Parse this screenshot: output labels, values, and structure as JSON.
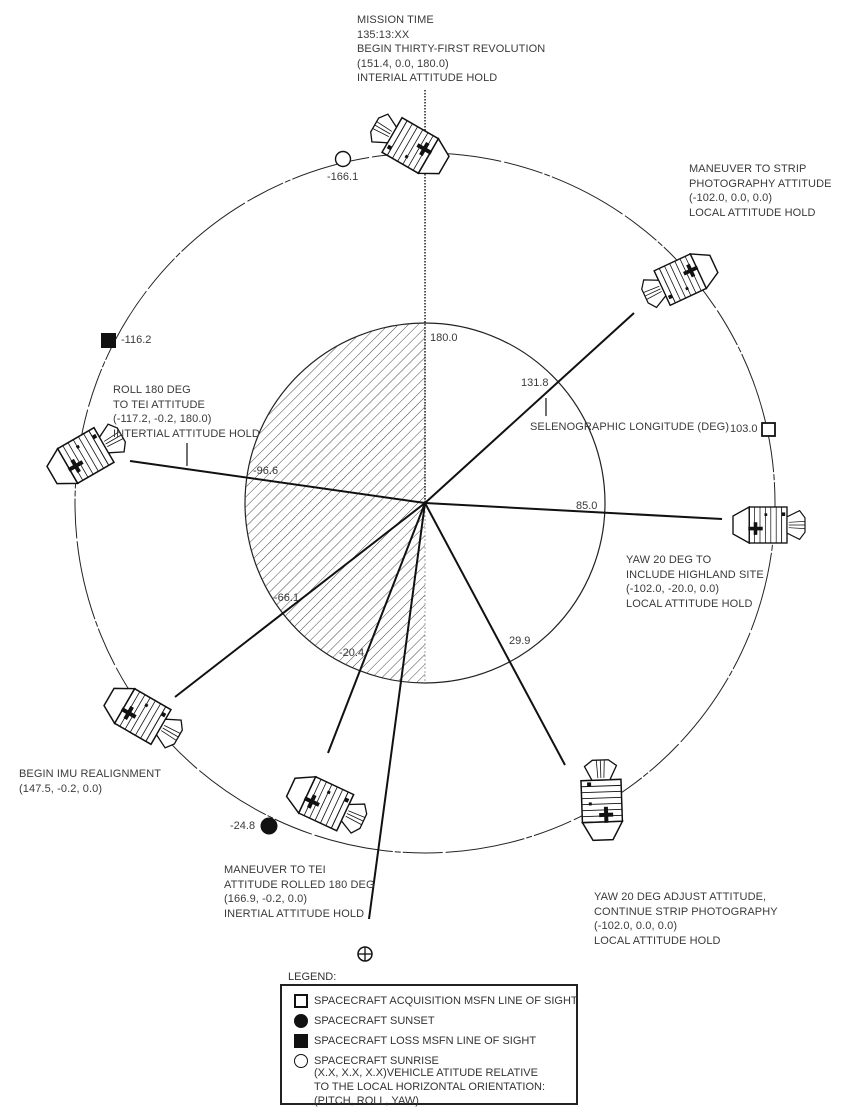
{
  "mission": {
    "lines": [
      "MISSION TIME",
      "135:13:XX",
      "BEGIN THIRTY-FIRST REVOLUTION",
      "(151.4, 0.0, 180.0)",
      "INTERIAL ATTITUDE HOLD"
    ]
  },
  "events": {
    "strip_photo": [
      "MANEUVER TO STRIP",
      "PHOTOGRAPHY ATTITUDE",
      "(-102.0, 0.0, 0.0)",
      "LOCAL ATTITUDE HOLD"
    ],
    "yaw_highland": [
      "YAW 20 DEG TO",
      "INCLUDE HIGHLAND SITE",
      "(-102.0, -20.0, 0.0)",
      "LOCAL ATTITUDE HOLD"
    ],
    "yaw_continue": [
      "YAW 20 DEG ADJUST ATTITUDE,",
      "CONTINUE STRIP PHOTOGRAPHY",
      "(-102.0, 0.0, 0.0)",
      "LOCAL ATTITUDE HOLD"
    ],
    "tei_rolled": [
      "MANEUVER TO TEI",
      "ATTITUDE ROLLED 180 DEG",
      "(166.9, -0.2, 0.0)",
      "INERTIAL ATTITUDE HOLD"
    ],
    "imu": [
      "BEGIN IMU REALIGNMENT",
      "(147.5, -0.2, 0.0)"
    ],
    "roll_tei": [
      "ROLL 180 DEG",
      "TO TEI ATTITUDE",
      "(-117.2, -0.2, 180.0)",
      "INTERTIAL ATTITUDE HOLD"
    ]
  },
  "selenographic_label": "SELENOGRAPHIC LONGITUDE (DEG)",
  "longitudes": {
    "l180": "180.0",
    "l131": "131.8",
    "l85": "85.0",
    "l29": "29.9",
    "lm20": "-20.4",
    "lm66": "-66.1",
    "lm96": "-96.6"
  },
  "markers": {
    "m166": "-166.1",
    "m116": "-116.2",
    "m103": "103.0",
    "m24": "-24.8"
  },
  "legend": {
    "title": "LEGEND:",
    "acquisition": "SPACECRAFT ACQUISITION MSFN LINE OF SIGHT",
    "sunset": "SPACECRAFT SUNSET",
    "loss": "SPACECRAFT LOSS MSFN LINE OF SIGHT",
    "sunrise": "SPACECRAFT SUNRISE",
    "note": [
      "(X.X, X.X, X.X)VEHICLE ATITUDE RELATIVE",
      "TO THE LOCAL HORIZONTAL ORIENTATION:",
      "(PITCH, ROLL, YAW)"
    ]
  },
  "colors": {
    "ink": "#111111",
    "text": "#3a3a3a"
  }
}
